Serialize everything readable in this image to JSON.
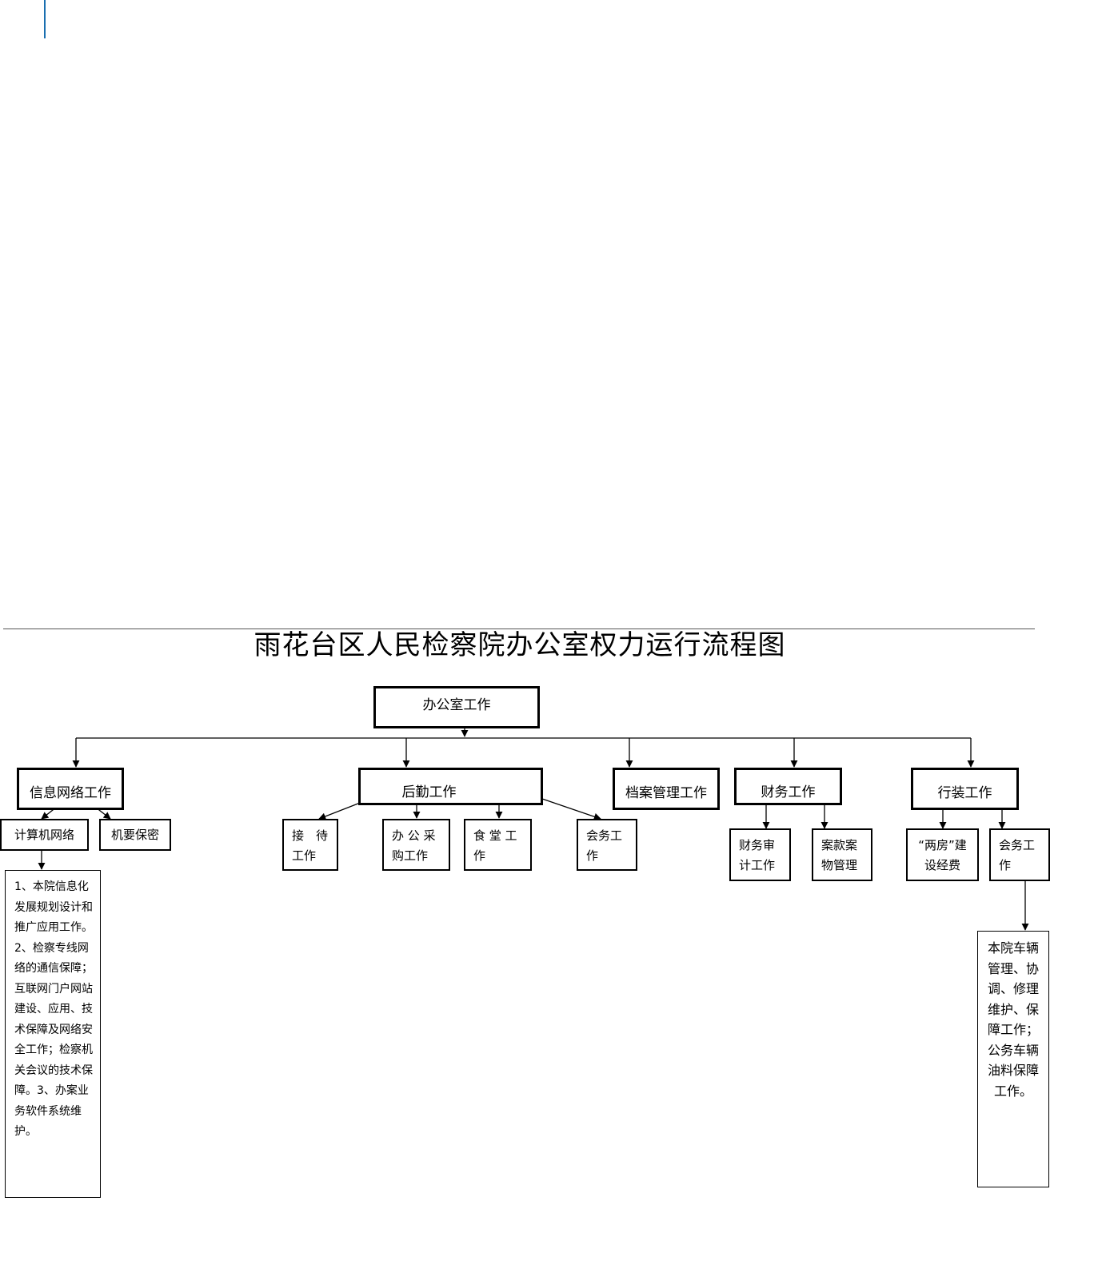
{
  "title": "雨花台区人民检察院办公室权力运行流程图",
  "root": "办公室工作",
  "branches": {
    "info": {
      "label": "信息网络工作",
      "children": [
        "计算机网络",
        "机要保密"
      ],
      "detail": "1、本院信息化发展规划设计和推广应用工作。2、检察专线网络的通信保障；互联网门户网站建设、应用、技术保障及网络安全工作；检察机关会议的技术保障。3、办案业务软件系统维护。"
    },
    "logistics": {
      "label": "后勤工作",
      "children": [
        "接　待工作",
        "办 公 采购工作",
        "食 堂 工作",
        "会务工作"
      ]
    },
    "archive": {
      "label": "档案管理工作"
    },
    "finance": {
      "label": "财务工作",
      "children": [
        "财务审计工作",
        "案款案物管理"
      ]
    },
    "equipment": {
      "label": "行装工作",
      "children": [
        "“两房”建设经费",
        "会务工作"
      ],
      "detail": "本院车辆管理、协调、修理维护、保障工作；公务车辆油料保障工作。"
    }
  }
}
